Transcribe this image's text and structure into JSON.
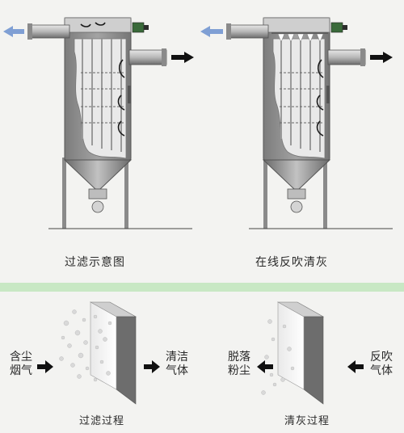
{
  "top": {
    "left_caption": "过滤示意图",
    "right_caption": "在线反吹清灰"
  },
  "bottom": {
    "left": {
      "input_label": "含尘\n烟气",
      "output_label": "清洁\n气体",
      "caption": "过滤过程"
    },
    "right": {
      "input_label": "反吹\n气体",
      "output_label": "脱落\n粉尘",
      "caption": "清灰过程"
    }
  },
  "colors": {
    "background": "#f3f3f1",
    "divider": "#c8e8c4",
    "housing": "#8e8e8e",
    "outlet_arrow": "#7f9fd4",
    "inlet_arrow": "#111111"
  }
}
